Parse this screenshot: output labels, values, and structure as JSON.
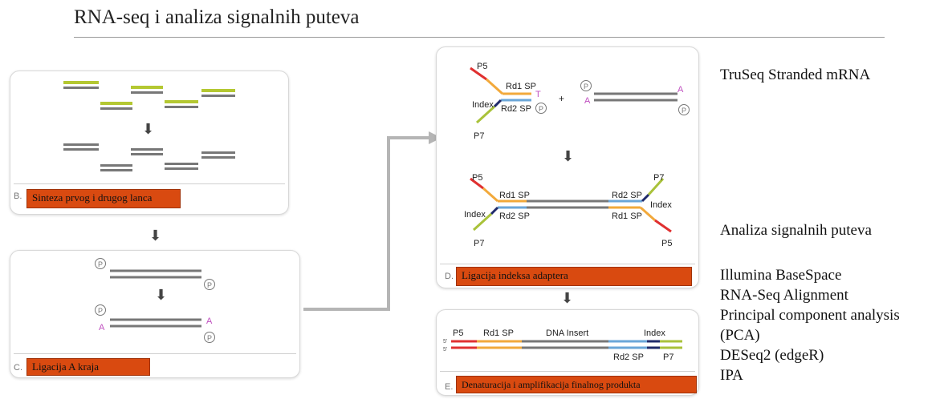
{
  "slide": {
    "title": "RNA-seq i analiza signalnih puteva"
  },
  "panels": {
    "b": {
      "letter": "B.",
      "caption": "Sinteza prvog i drugog lanca"
    },
    "c": {
      "letter": "C.",
      "caption": "Ligacija A kraja",
      "labels": {
        "p": "P",
        "a": "A"
      }
    },
    "d": {
      "letter": "D.",
      "caption": "Ligacija indeksa adaptera",
      "labels": {
        "p5": "P5",
        "p7": "P7",
        "rd1": "Rd1 SP",
        "rd2": "Rd2 SP",
        "index": "Index",
        "t": "T",
        "a": "A",
        "p": "P",
        "plus": "+"
      }
    },
    "e": {
      "letter": "E.",
      "caption": "Denaturacija i amplifikacija finalnog produkta",
      "labels": {
        "five": "5'",
        "p5": "P5",
        "rd1": "Rd1 SP",
        "insert": "DNA Insert",
        "index": "Index",
        "rd2": "Rd2 SP",
        "p7": "P7"
      }
    }
  },
  "right": {
    "kit": "TruSeq Stranded mRNA",
    "heading": "Analiza signalnih puteva",
    "items": [
      "Illumina BaseSpace",
      "RNA-Seq Alignment",
      "Principal component analysis",
      "(PCA)",
      "DESeq2 (edgeR)",
      "IPA"
    ]
  },
  "colors": {
    "caption_bg": "#d94a10",
    "p5": "#e03030",
    "p7": "#a9c23a",
    "rd1": "#f2a93b",
    "rd2": "#6aa6d8",
    "index": "#1f2a6b",
    "insert": "#777777",
    "tail": "#c050c0"
  }
}
